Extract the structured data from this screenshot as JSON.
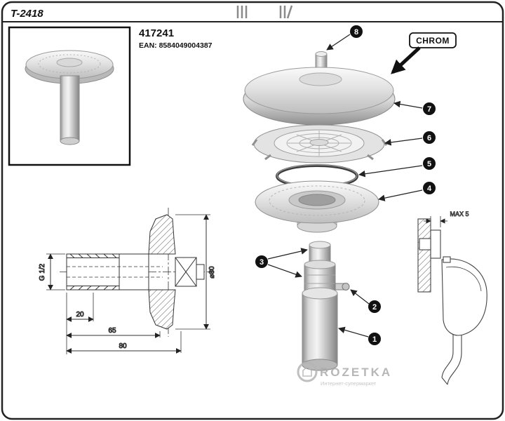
{
  "header": {
    "title": "T-2418"
  },
  "product": {
    "number": "417241",
    "ean": "EAN: 8584049004387",
    "finish_label": "CHROM"
  },
  "callouts": [
    "1",
    "2",
    "3",
    "4",
    "5",
    "6",
    "7",
    "8"
  ],
  "dimensions": {
    "thread": "G 1/2",
    "diameter": "⌀80",
    "d20": "20",
    "d65": "65",
    "d80": "80",
    "max5": "MAX 5"
  },
  "watermark": {
    "brand": "ROZETKA",
    "tagline": "Интернет-супермаркет"
  },
  "colors": {
    "line": "#222222",
    "chrome_light": "#f4f4f4",
    "chrome_dark": "#8f8f8f",
    "watermark_gray": "#ababab"
  }
}
